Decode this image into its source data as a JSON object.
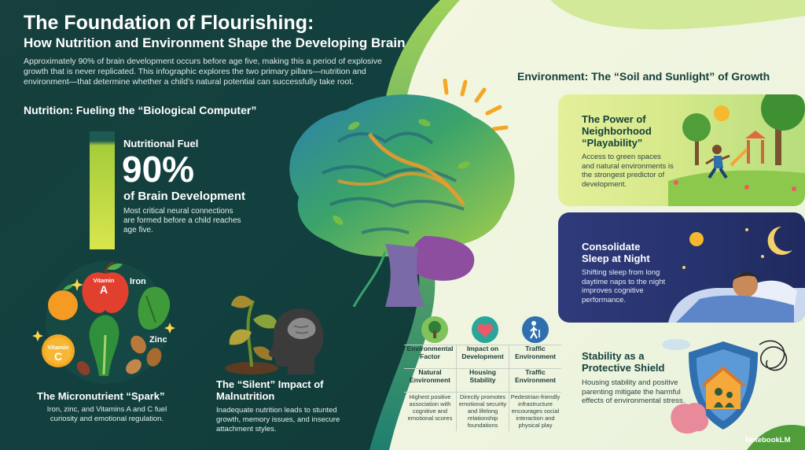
{
  "header": {
    "title": "The Foundation of Flourishing:",
    "subtitle": "How Nutrition and Environment Shape the Developing Brain",
    "intro": "Approximately 90% of brain development occurs before age five, making this a period of explosive growth that is never replicated. This infographic explores the two primary pillars—nutrition and environment—that determine whether a child’s natural potential can successfully take root."
  },
  "nutrition": {
    "heading": "Nutrition: Fueling the “Biological Computer”",
    "fuel_label": "Nutritional Fuel",
    "fuel_percent": "90%",
    "fuel_sub": "of Brain Development",
    "fuel_desc": "Most critical neural connections are formed before a child reaches age five.",
    "micro_title": "The Micronutrient “Spark”",
    "micro_desc": "Iron, zinc, and Vitamins A and C fuel curiosity and emotional regulation.",
    "labels": {
      "vitamin_word": "Vitamin",
      "vitamin_a": "A",
      "vitamin_c": "C",
      "iron": "Iron",
      "zinc": "Zinc"
    },
    "silent_title": "The “Silent” Impact of Malnutrition",
    "silent_desc": "Inadequate nutrition leads to stunted growth, memory issues, and insecure attachment styles."
  },
  "environment": {
    "heading": "Environment: The “Soil and Sunlight” of Growth",
    "play_title": "The Power of Neighborhood “Playability”",
    "play_desc": "Access to green spaces and natural environments is the strongest predictor of development.",
    "sleep_title": "Consolidate Sleep at Night",
    "sleep_desc": "Shifting sleep from long daytime naps to the night improves cognitive performance.",
    "shield_title": "Stability as a Protective Shield",
    "shield_desc": "Housing stability and positive parenting mitigate the harmful effects of environmental stress."
  },
  "table": {
    "columns": [
      {
        "header": "Environmental Factor",
        "sub": "Natural Environment",
        "body": "Highest positive association with cognitive and emotional scores",
        "icon": "tree-icon"
      },
      {
        "header": "Impact on Development",
        "sub": "Housing Stability",
        "body": "Directly promotes emotional security and lifelong relationship foundations",
        "icon": "heart-icon"
      },
      {
        "header": "Traffic Environment",
        "sub": "Traffic Environment",
        "body": "Pedestrian-friendly infrastructure encourages social interaction and physical play",
        "icon": "pedestrian-icon"
      }
    ]
  },
  "brand": "NotebookLM",
  "colors": {
    "dark_green": "#123b3a",
    "lime": "#c8dd45",
    "cream": "#f6f8e6",
    "navy_card": "#2a3573",
    "title_dark": "#16403d"
  }
}
